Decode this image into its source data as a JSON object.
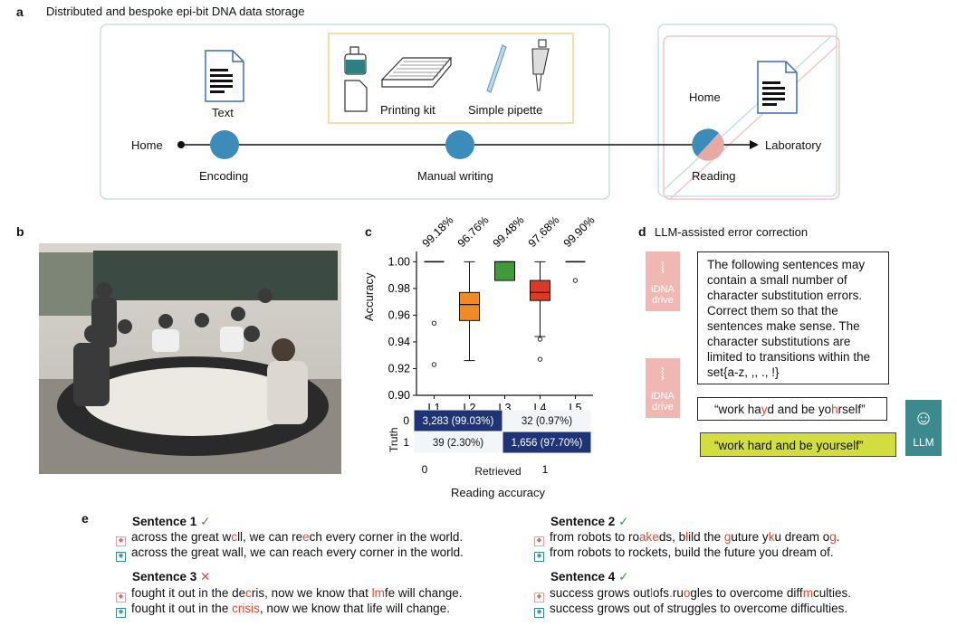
{
  "panel_a": {
    "letter": "a",
    "title": "Distributed and bespoke epi-bit DNA data storage",
    "text_label": "Text",
    "printing_kit": "Printing kit",
    "simple_pipette": "Simple pipette",
    "home_left": "Home",
    "encoding": "Encoding",
    "manual_writing": "Manual writing",
    "home_right": "Home",
    "laboratory": "Laboratory",
    "reading": "Reading"
  },
  "panel_b": {
    "letter": "b"
  },
  "panel_c": {
    "letter": "c",
    "chart_data": [
      {
        "type": "box",
        "ylabel": "Accuracy",
        "ylim": [
          0.9,
          1.005
        ],
        "yticks": [
          "1.00",
          "0.98",
          "0.96",
          "0.94",
          "0.92",
          "0.90"
        ],
        "categories": [
          "L1",
          "L2",
          "L3",
          "L4",
          "L5"
        ],
        "accuracy_labels": [
          "99.18%",
          "96.76%",
          "99.48%",
          "97.68%",
          "99.90%"
        ],
        "box_colors": [
          "#222222",
          "#f08a24",
          "#3f9a3a",
          "#d93a25",
          "#222222"
        ],
        "boxes": [
          {
            "min": 1.0,
            "q1": 1.0,
            "median": 1.0,
            "q3": 1.0,
            "max": 1.0,
            "outliers": [
              0.954,
              0.923
            ]
          },
          {
            "min": 0.926,
            "q1": 0.956,
            "median": 0.968,
            "q3": 0.977,
            "max": 1.0,
            "outliers": []
          },
          {
            "min": 1.0,
            "q1": 0.986,
            "median": 1.0,
            "q3": 1.0,
            "max": 1.0,
            "outliers": []
          },
          {
            "min": 0.944,
            "q1": 0.971,
            "median": 0.977,
            "q3": 0.986,
            "max": 1.0,
            "outliers": [
              0.942,
              0.927
            ]
          },
          {
            "min": 1.0,
            "q1": 1.0,
            "median": 1.0,
            "q3": 1.0,
            "max": 1.0,
            "outliers": [
              0.986
            ]
          }
        ]
      },
      {
        "type": "heatmap",
        "title": "Reading accuracy",
        "xlabel": "Retrieved",
        "ylabel": "Truth",
        "x_ticks": [
          "0",
          "1"
        ],
        "y_ticks": [
          "0",
          "1"
        ],
        "cells": [
          [
            "3,283 (99.03%)",
            "32 (0.97%)"
          ],
          [
            "39 (2.30%)",
            "1,656 (97.70%)"
          ]
        ],
        "values": [
          [
            99.03,
            0.97
          ],
          [
            2.3,
            97.7
          ]
        ]
      }
    ]
  },
  "panel_d": {
    "letter": "d",
    "title": "LLM-assisted error correction",
    "prompt": "The following sentences may contain a small number of character substitution errors. Correct them so that the sentences make sense. The character substitutions are limited to transitions within the set{a-z, ,, ., !}",
    "idna_label_1": "iDNA",
    "idna_label_2": "drive",
    "input_parts": [
      "“work ha",
      "y",
      "d and be yo",
      "h",
      "rself”"
    ],
    "output": "“work hard and be yourself”",
    "llm_label": "LLM"
  },
  "panel_e": {
    "letter": "e",
    "s1_title": "Sentence 1",
    "s1_mark": "✓",
    "s1_in": [
      "across the great w",
      "c",
      "ll, we can re",
      "e",
      "ch every corner in the world."
    ],
    "s1_out": "across the great wall, we can reach every corner in the world.",
    "s2_title": "Sentence 2",
    "s2_mark": "✓",
    "s2_in": [
      "from robots to ro",
      "ake",
      "ds, b",
      "l",
      "ild the ",
      "g",
      "uture y",
      "k",
      "u dream o",
      "g",
      "."
    ],
    "s2_out": "from robots to rockets, build the future you dream of.",
    "s3_title": "Sentence 3",
    "s3_mark": "✕",
    "s3_in": [
      "fought it out in the de",
      "c",
      "ris, now we know that ",
      "l",
      "m",
      "fe will change."
    ],
    "s3_out": [
      "fought it out in the ",
      "crisis",
      ", now we know that life will change."
    ],
    "s4_title": "Sentence 4",
    "s4_mark": "✓",
    "s4_in": [
      "success grows out",
      "l",
      "ofs",
      ".",
      "ru",
      "o",
      "gles to overcome diff",
      "m",
      "culties."
    ],
    "s4_out": "success grows out of struggles to overcome difficulties."
  }
}
